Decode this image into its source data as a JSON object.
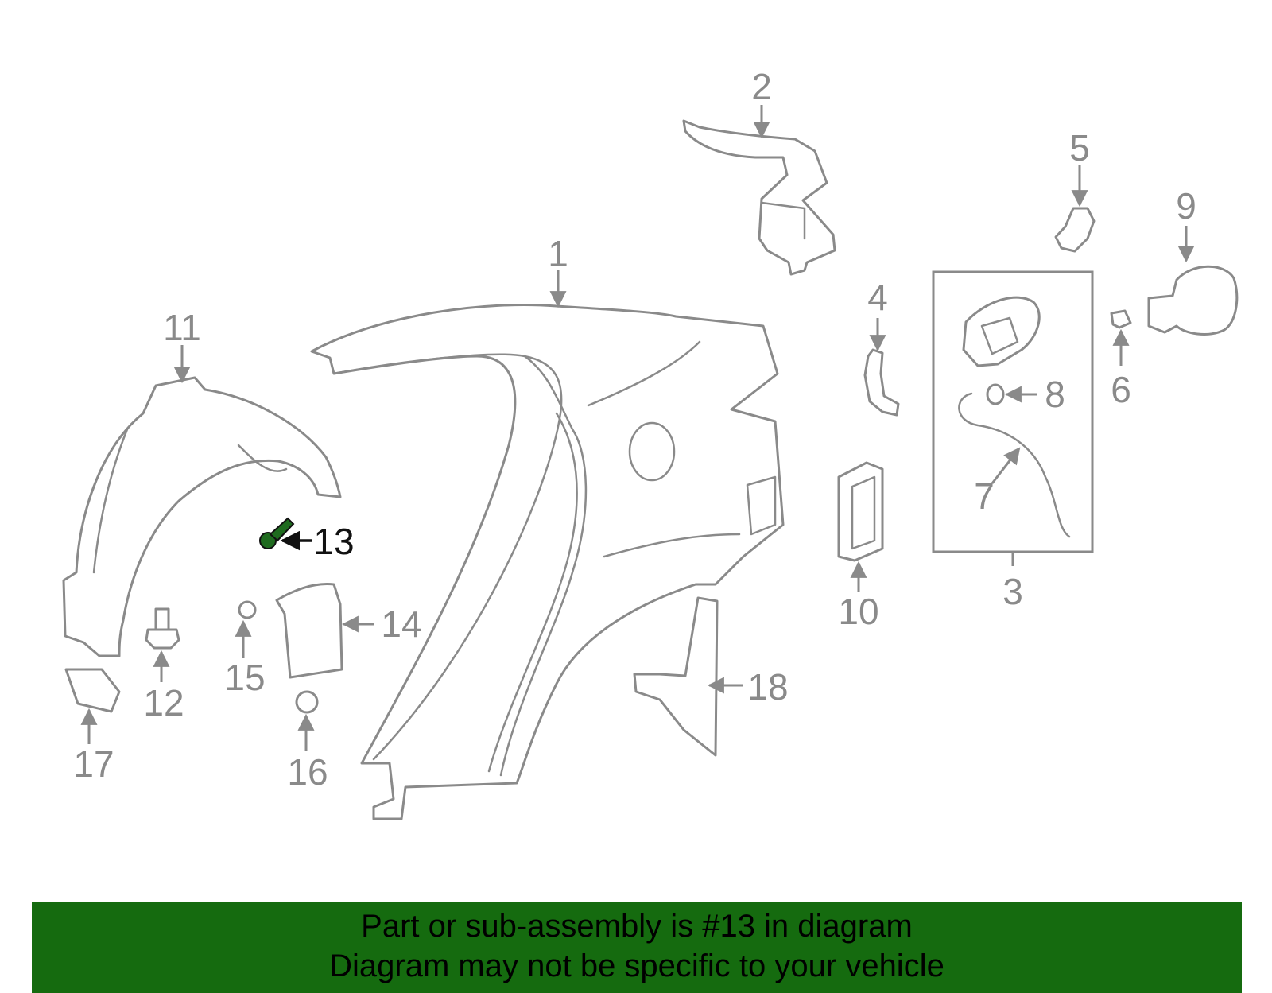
{
  "callouts": {
    "c1": "1",
    "c2": "2",
    "c3": "3",
    "c4": "4",
    "c5": "5",
    "c6": "6",
    "c7": "7",
    "c8": "8",
    "c9": "9",
    "c10": "10",
    "c11": "11",
    "c12": "12",
    "c13": "13",
    "c14": "14",
    "c15": "15",
    "c16": "16",
    "c17": "17",
    "c18": "18"
  },
  "highlighted_part": "13",
  "colors": {
    "line": "#8a8a8a",
    "highlight_part": "#1f6b1f",
    "banner_bg": "#156b0f",
    "banner_text": "#000000"
  },
  "banner": {
    "line1": "Part or sub-assembly is #13 in diagram",
    "line2": "Diagram may not be specific to your vehicle"
  }
}
